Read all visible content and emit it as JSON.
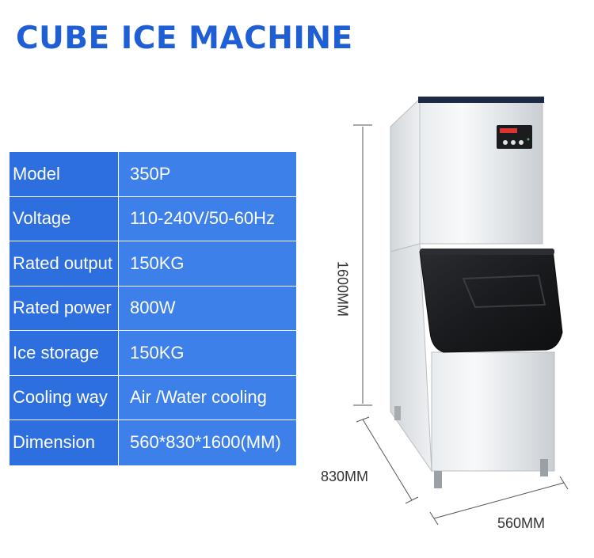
{
  "title": "CUBE ICE MACHINE",
  "specs": [
    {
      "label": "Model",
      "value": "350P"
    },
    {
      "label": "Voltage",
      "value": "110-240V/50-60Hz"
    },
    {
      "label": "Rated output",
      "value": "150KG"
    },
    {
      "label": "Rated power",
      "value": "800W"
    },
    {
      "label": "Ice storage",
      "value": "150KG"
    },
    {
      "label": "Cooling way",
      "value": "Air /Water cooling"
    },
    {
      "label": "Dimension",
      "value": "560*830*1600(MM)"
    }
  ],
  "dimensions": {
    "height": "1600MM",
    "depth": "830MM",
    "width": "560MM"
  },
  "colors": {
    "title": "#1f5fd6",
    "table_label_bg": "#2e6fe0",
    "table_value_bg": "#3d80ea"
  }
}
